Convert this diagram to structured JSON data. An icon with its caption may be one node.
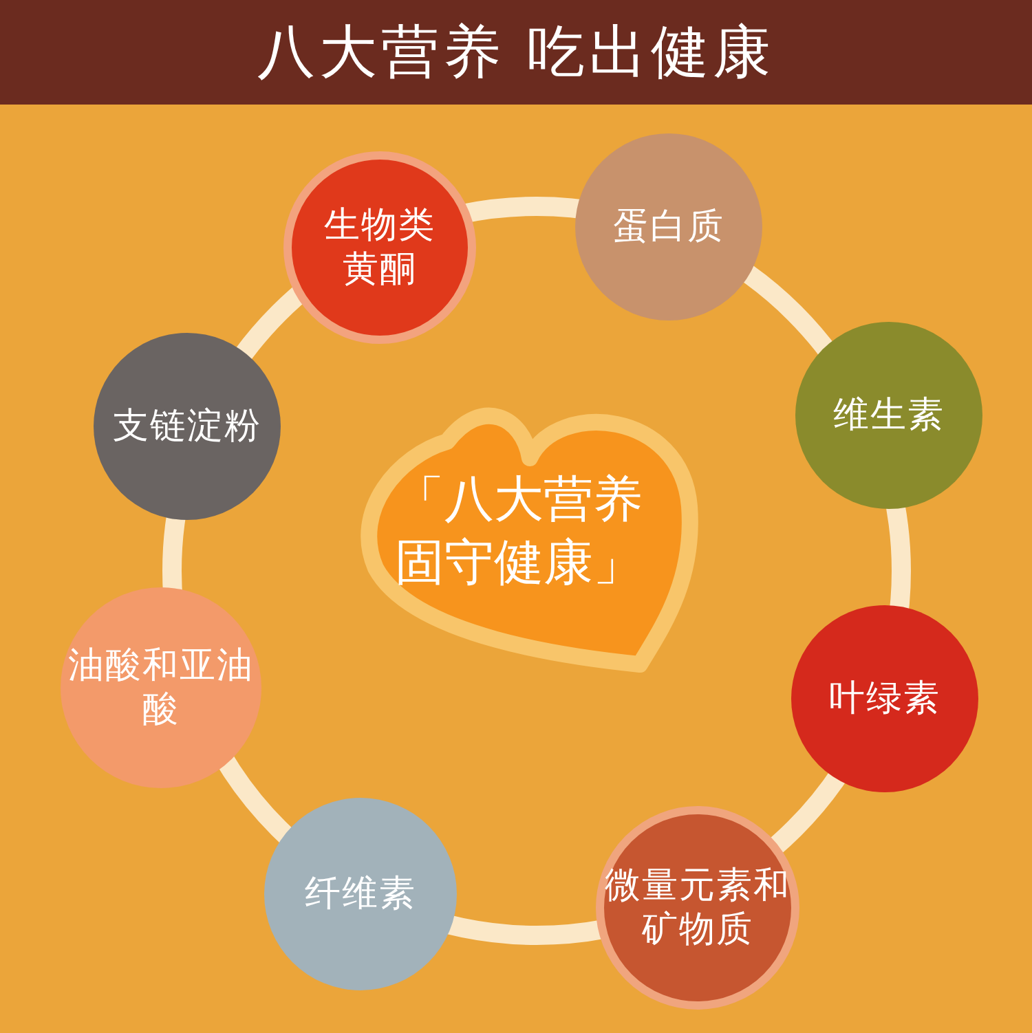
{
  "diagram": {
    "title": "八大营养 吃出健康",
    "nodes": [
      {
        "text": [
          "生物类黄酮"
        ]
      },
      {
        "text": [
          "蛋白质"
        ]
      },
      {
        "text": [
          "维生素"
        ]
      },
      {
        "text": [
          "叶绿素"
        ]
      },
      {
        "text": [
          "微量元素和矿物质"
        ]
      },
      {
        "text": [
          "纤维素"
        ]
      },
      {
        "text": [
          "油酸和亚油酸"
        ]
      },
      {
        "text": [
          "支链淀粉"
        ]
      },
      {
        "text": [
          "「八大营养固守健康」"
        ]
      }
    ]
  }
}
